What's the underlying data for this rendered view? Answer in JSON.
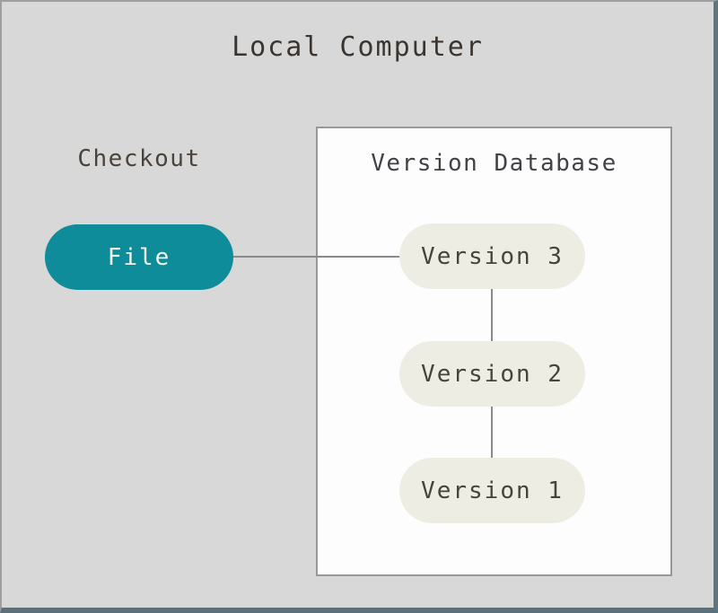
{
  "diagram": {
    "title": "Local Computer",
    "checkout": {
      "label": "Checkout",
      "file_node": "File"
    },
    "version_database": {
      "label": "Version Database",
      "versions": [
        "Version 3",
        "Version 2",
        "Version 1"
      ]
    },
    "connections": [
      "File — Version 3",
      "Version 3 — Version 2",
      "Version 2 — Version 1"
    ],
    "colors": {
      "background": "#d8d8d8",
      "frame_light_border": "#9e9e9e",
      "frame_dark_border": "#5f7680",
      "database_box_background": "#fdfdfd",
      "database_box_border": "#98989a",
      "file_node_fill": "#0e8c9a",
      "file_node_text": "#f3f2ea",
      "version_node_fill": "#eeede4",
      "version_node_text": "#474439",
      "connector": "#8a8a8a",
      "title_text": "#3c352f"
    }
  }
}
